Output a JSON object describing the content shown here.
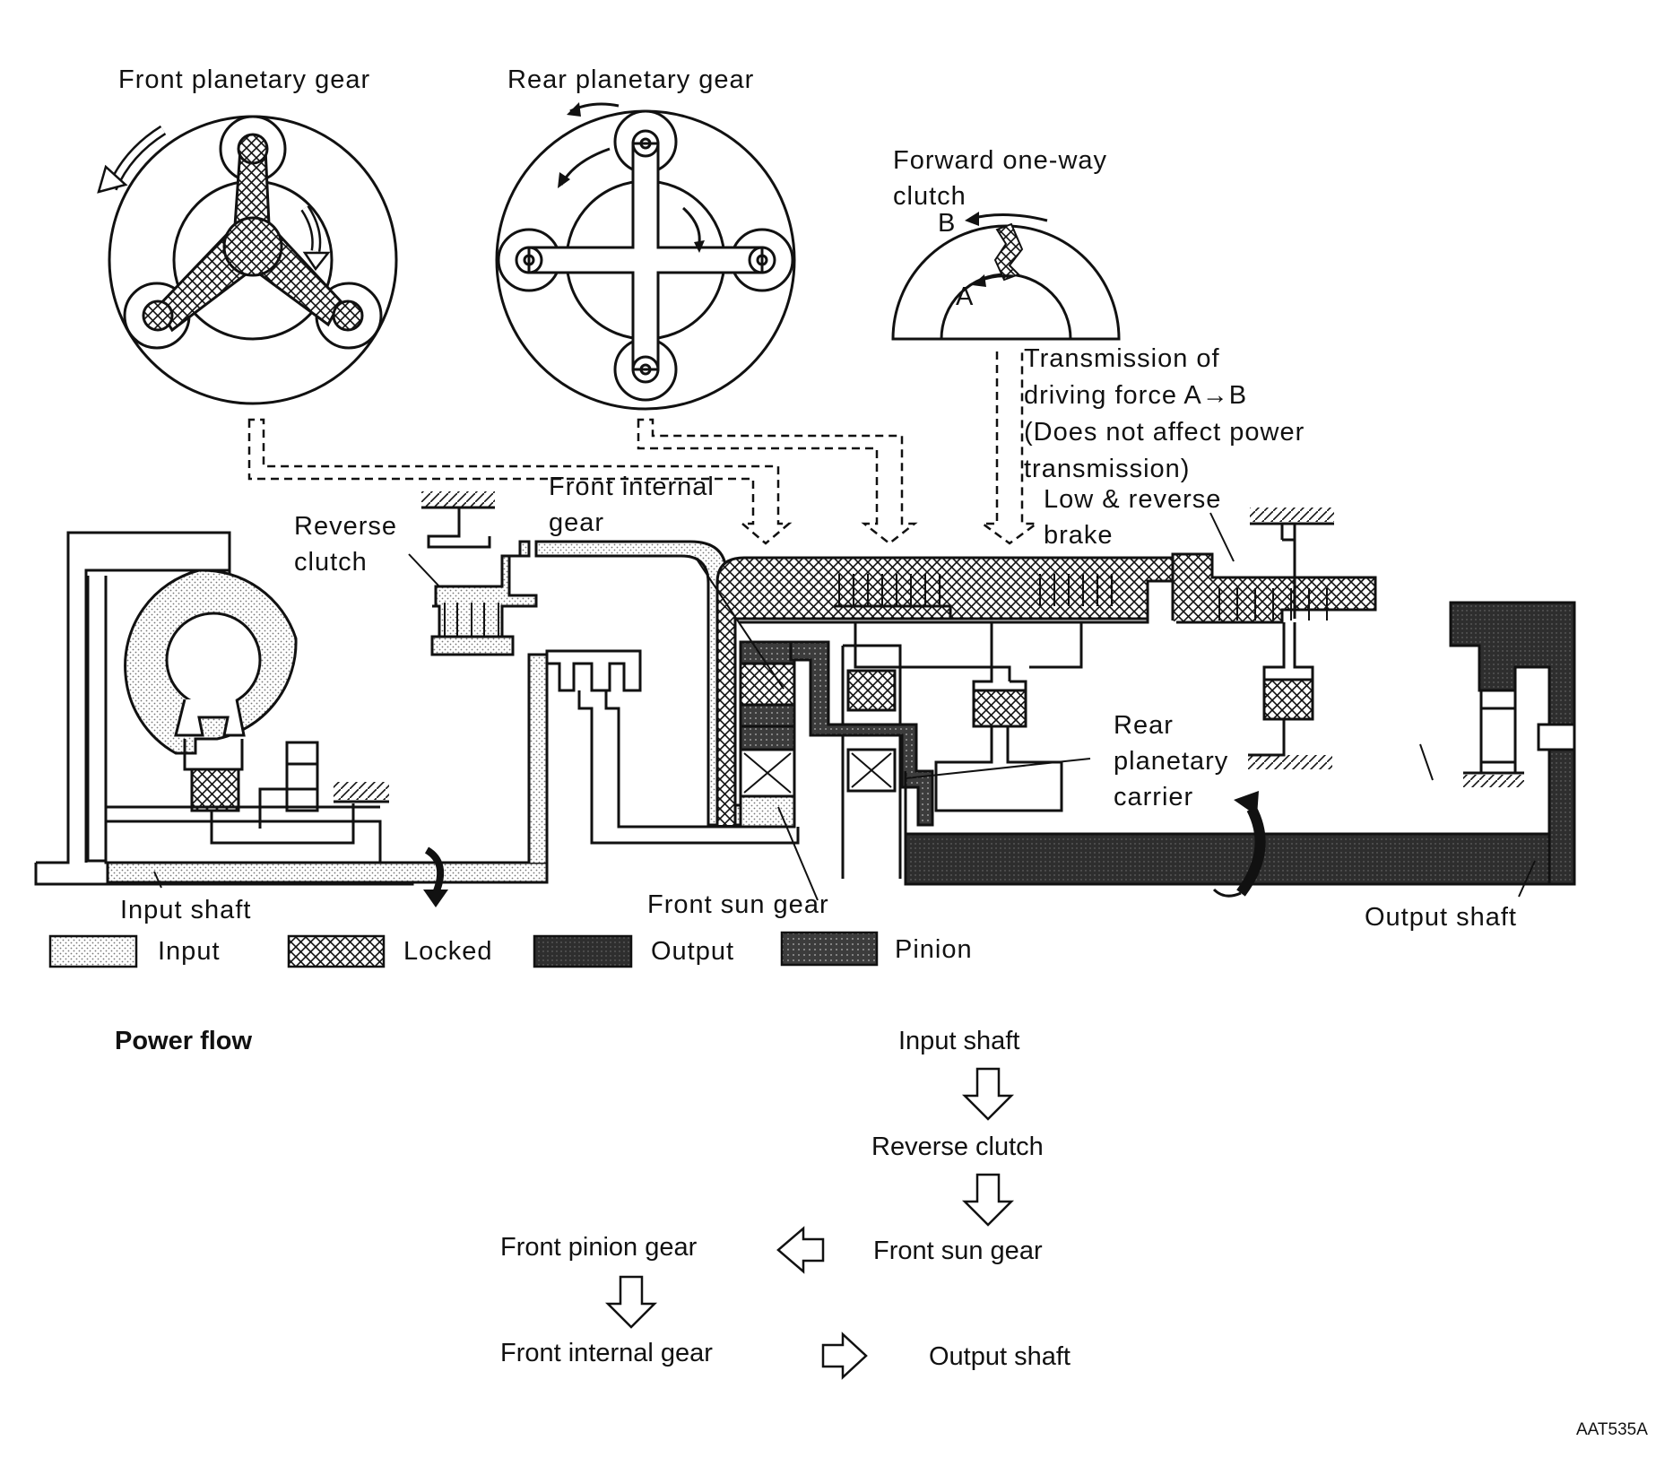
{
  "labels": {
    "front_planetary_gear": "Front planetary gear",
    "rear_planetary_gear": "Rear planetary gear",
    "forward_one_way_clutch_1": "Forward one-way",
    "forward_one_way_clutch_2": "clutch",
    "point_a": "A",
    "point_b": "B",
    "transmission_note_1": "Transmission of",
    "transmission_note_2": "driving force A→B",
    "transmission_note_3": "(Does not affect power",
    "transmission_note_4": "transmission)",
    "front_internal_gear_1": "Front internal",
    "front_internal_gear_2": "gear",
    "reverse_clutch_1": "Reverse",
    "reverse_clutch_2": "clutch",
    "low_reverse_brake_1": "Low & reverse",
    "low_reverse_brake_2": "brake",
    "rear_planetary_carrier_1": "Rear",
    "rear_planetary_carrier_2": "planetary",
    "rear_planetary_carrier_3": "carrier",
    "input_shaft": "Input shaft",
    "front_sun_gear": "Front sun gear",
    "output_shaft": "Output shaft"
  },
  "legend": [
    {
      "key": "input",
      "label": "Input"
    },
    {
      "key": "locked",
      "label": "Locked"
    },
    {
      "key": "output",
      "label": "Output"
    },
    {
      "key": "pinion",
      "label": "Pinion"
    }
  ],
  "power_flow": {
    "title": "Power flow",
    "steps": {
      "input_shaft": "Input shaft",
      "reverse_clutch": "Reverse clutch",
      "front_sun_gear": "Front sun gear",
      "front_pinion_gear": "Front pinion gear",
      "front_internal_gear": "Front internal gear",
      "output_shaft": "Output shaft"
    }
  },
  "figure_code": "AAT535A",
  "colors": {
    "line": "#111111",
    "input_fill": "#dcdcdc",
    "output_fill": "#2a2a2a",
    "pinion_fill": "#3a3a3a",
    "background": "#ffffff"
  }
}
